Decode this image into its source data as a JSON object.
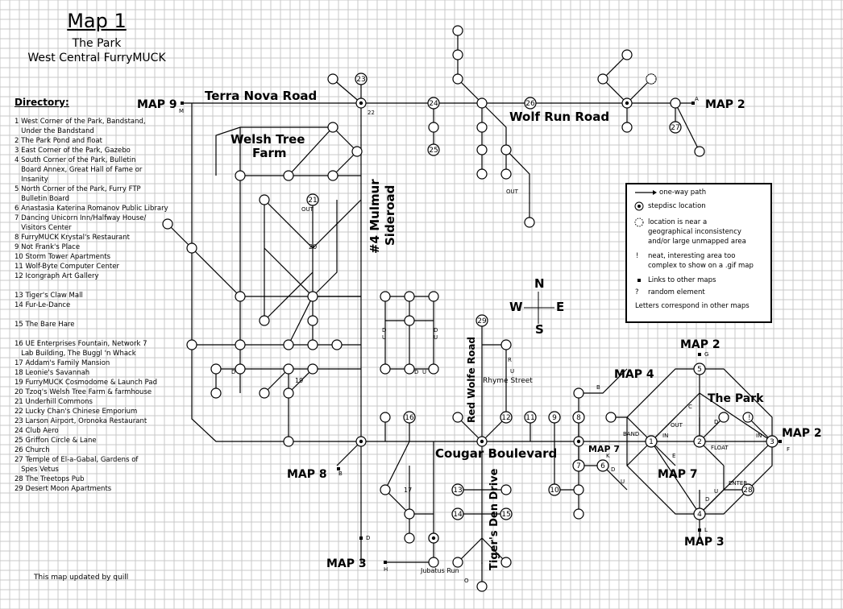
{
  "title": "Map 1",
  "subtitle_1": "The Park",
  "subtitle_2": "West Central FurryMUCK",
  "directory_heading": "Directory:",
  "directory": [
    "1 West Corner of the Park, Bandstand,\n   Under the Bandstand",
    "2 The Park Pond and float",
    "3 East Corner of the Park, Gazebo",
    "4 South Corner of the Park, Bulletin\n   Board Annex, Great Hall of Fame or\n   Insanity",
    "5 North Corner of the Park, Furry FTP\n   Bulletin Board",
    "6 Anastasia Katerina Romanov Public Library",
    "7 Dancing Unicorn Inn/Halfway House/\n   Visitors Center",
    "8 FurryMUCK Krystal's Restaurant",
    "9 Not Frank's Place",
    "10 Storm Tower Apartments",
    "11 Wolf-Byte Computer Center",
    "12 Icongraph Art Gallery",
    "13 Tiger's Claw Mall",
    "14 Fur-Le-Dance",
    "15 The Bare Hare",
    "16 UE Enterprises Fountain, Network 7\n   Lab Building, The Buggl 'n Whack",
    "17 Addam's Family Mansion",
    "18 Leonie's Savannah",
    "19 FurryMUCK Cosmodome & Launch Pad",
    "20 Tzoq's Welsh Tree Farm & farmhouse",
    "21 Underhill Commons",
    "22 Lucky Chan's Chinese Emporium",
    "23 Larson Airport, Oronoka Restaurant",
    "24 Club Aero",
    "25 Griffon Circle & Lane",
    "26 Church",
    "27 Temple of El-a-Gabal, Gardens of\n   Spes Vetus",
    "28 The Treetops Pub",
    "29 Desert Moon Apartments"
  ],
  "roads": {
    "terra_nova": "Terra Nova Road",
    "wolf_run": "Wolf Run Road",
    "welsh_tree_farm_1": "Welsh Tree",
    "welsh_tree_farm_2": "Farm",
    "mulmur_1": "#4 Mulmur",
    "mulmur_2": "Sideroad",
    "red_wolfe": "Red Wolfe Road",
    "rhyme": "Rhyme Street",
    "cougar": "Cougar Boulevard",
    "tigers_den": "Tiger's Den Drive",
    "the_park": "The Park",
    "jubatus": "Jubatus Run"
  },
  "map_links": {
    "map9": "MAP 9",
    "map2_top": "MAP 2",
    "map2_park_top": "MAP 2",
    "map4": "MAP 4",
    "map2_right": "MAP 2",
    "map7_small": "MAP 7",
    "map7_park": "MAP 7",
    "map8": "MAP 8",
    "map3_bottom": "MAP 3",
    "map3_right": "MAP 3"
  },
  "compass": {
    "n": "N",
    "s": "S",
    "e": "E",
    "w": "W"
  },
  "legend": {
    "oneway": "one-way path",
    "stepdisc": "stepdisc location",
    "incons_1": "location is near a",
    "incons_2": "geographical inconsistency",
    "incons_3": "and/or large unmapped area",
    "complex_sym": "!",
    "complex_1": "neat, interesting area too",
    "complex_2": "complex to show on a .gif map",
    "links": "Links to other maps",
    "random_sym": "?",
    "random": "random element",
    "letters": "Letters correspond in other maps"
  },
  "footer": "This map updated by quill",
  "small_labels": {
    "twentytwo": "22",
    "out1": "OUT",
    "out2": "OUT",
    "out3": "OUT",
    "in1": "IN",
    "in2": "IN",
    "band": "BAND",
    "float": "FLOAT",
    "enter": "ENTER",
    "seventeen": "17",
    "nineteen": "19",
    "twenty": "20",
    "excl": "!"
  },
  "letters": [
    "A",
    "B",
    "C",
    "D",
    "E",
    "F",
    "G",
    "H",
    "K",
    "L",
    "M",
    "R",
    "B",
    "D",
    "U",
    "D",
    "U",
    "D",
    "U",
    "D",
    "U",
    "D",
    "U",
    "D",
    "U",
    "O",
    "D"
  ]
}
